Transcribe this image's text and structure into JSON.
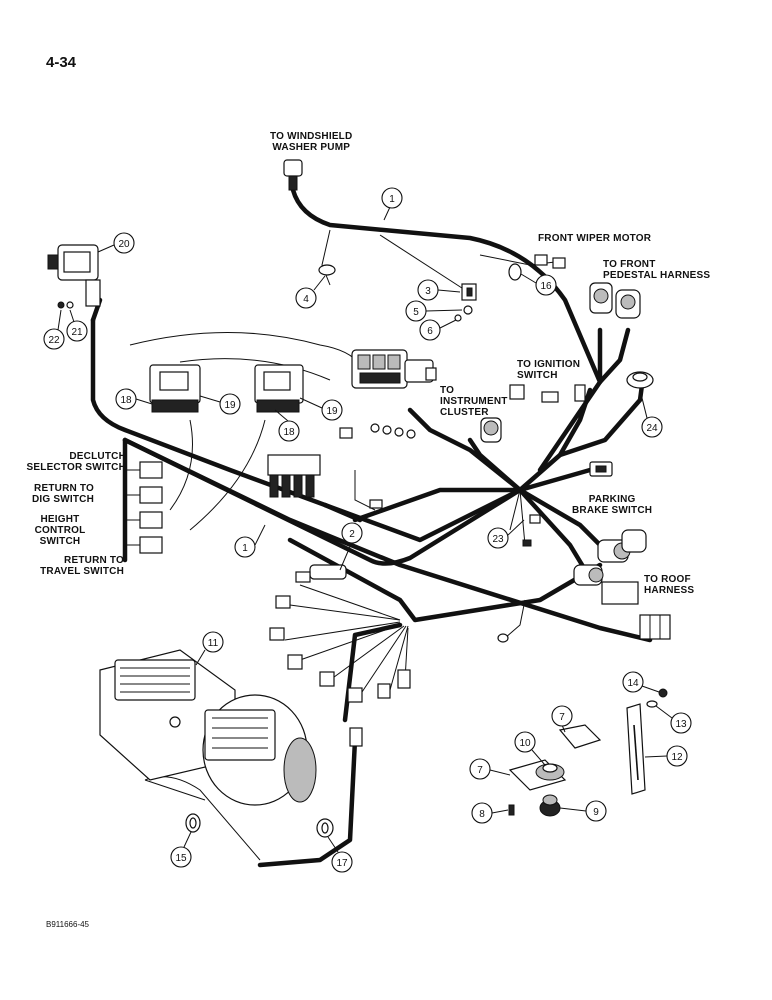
{
  "page_number": "4-34",
  "figure_code": "B911666-45",
  "labels": {
    "windshield_washer": "TO WINDSHIELD\nWASHER PUMP",
    "front_wiper": "FRONT WIPER MOTOR",
    "front_pedestal": "TO FRONT\nPEDESTAL HARNESS",
    "ignition": "TO IGNITION\nSWITCH",
    "instrument_cluster": "TO\nINSTRUMENT\nCLUSTER",
    "parking_brake": "PARKING\nBRAKE SWITCH",
    "roof_harness": "TO ROOF\nHARNESS",
    "declutch": "DECLUTCH\nSELECTOR SWITCH",
    "return_dig": "RETURN TO\nDIG SWITCH",
    "height_control": "HEIGHT\nCONTROL\nSWITCH",
    "return_travel": "RETURN TO\nTRAVEL SWITCH"
  },
  "callouts": [
    "1",
    "1",
    "2",
    "3",
    "4",
    "5",
    "6",
    "7",
    "7",
    "8",
    "9",
    "10",
    "11",
    "12",
    "13",
    "14",
    "15",
    "16",
    "17",
    "18",
    "18",
    "19",
    "19",
    "20",
    "21",
    "22",
    "23",
    "24"
  ]
}
